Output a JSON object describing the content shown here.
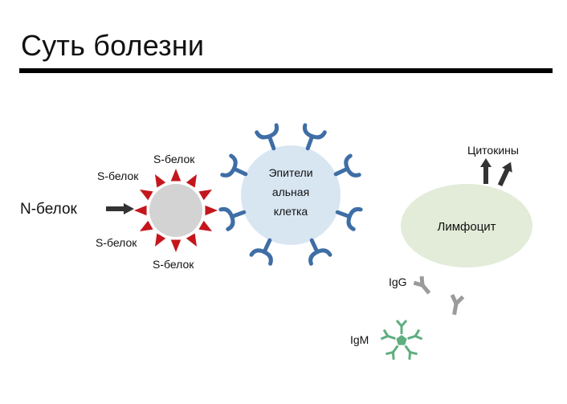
{
  "slide": {
    "title": "Суть болезни"
  },
  "virus": {
    "n_protein_label": "N-белок",
    "s_protein_labels": [
      "S-белок",
      "S-белок",
      "S-белок",
      "S-белок"
    ],
    "spike_color": "#c4161c",
    "body_color": "#d3d3d3"
  },
  "epithelial_cell": {
    "label_lines": [
      "Эпители",
      "альная",
      "клетка"
    ],
    "fill_color": "#d8e6f2",
    "receptor_color": "#3f6ea6"
  },
  "lymphocyte": {
    "label": "Лимфоцит",
    "fill_color": "#e2ecd8",
    "cytokines_label": "Цитокины"
  },
  "antibodies": {
    "igg_label": "IgG",
    "igg_color": "#9b9b9b",
    "igm_label": "IgM",
    "igm_color": "#5fae7f"
  }
}
